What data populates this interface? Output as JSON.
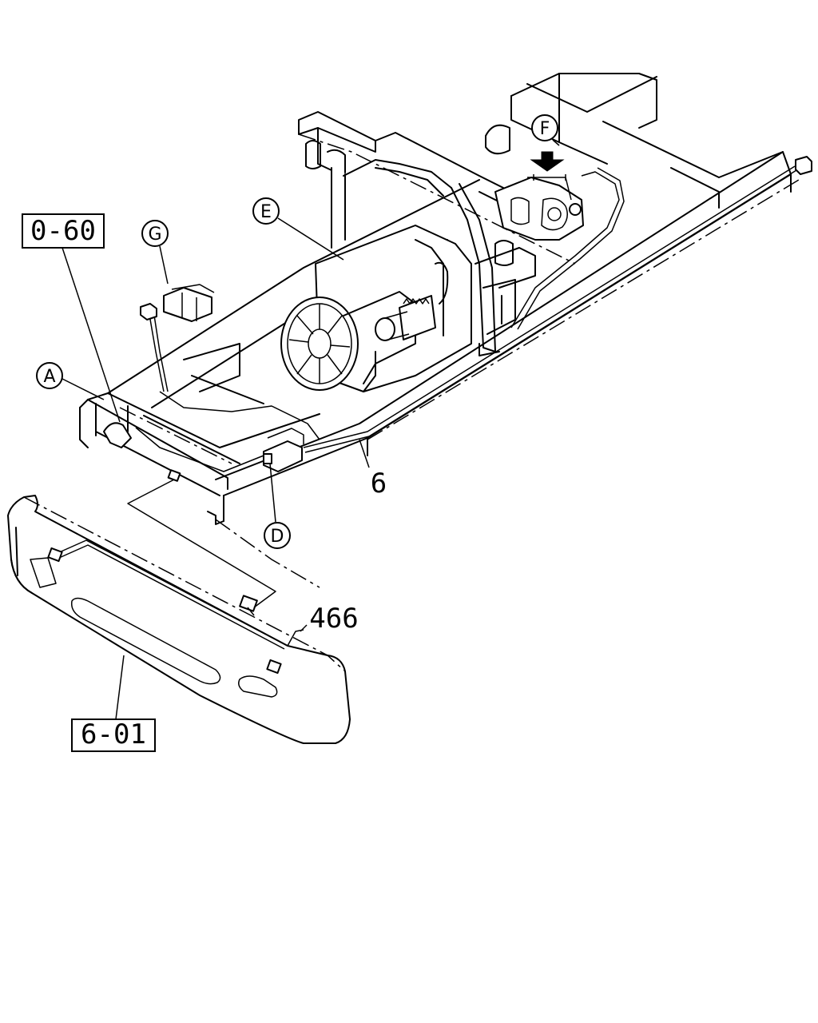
{
  "callouts": {
    "a": "A",
    "d": "D",
    "e": "E",
    "f": "F",
    "g": "G"
  },
  "refs": {
    "box_0_60": "0-60",
    "box_6_01": "6-01",
    "num_6": "6",
    "num_466": "466"
  }
}
